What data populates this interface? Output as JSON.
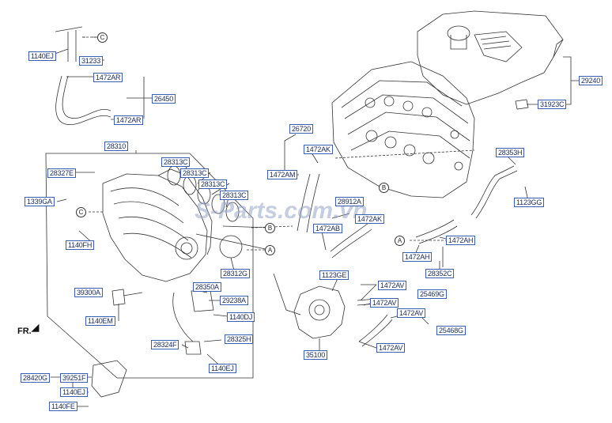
{
  "watermark": "S-Parts.com.vn",
  "direction_label": "FR.",
  "refs": {
    "a": "A",
    "b": "B",
    "c": "C"
  },
  "colors": {
    "label_border": "#3a5fb0",
    "label_text": "#1a2a5a",
    "line": "#333333",
    "watermark": "#96a5c8"
  },
  "labels": {
    "l1140EJ_top": "1140EJ",
    "l31233": "31233",
    "l1472AR_1": "1472AR",
    "l26450": "26450",
    "l1472AR_2": "1472AR",
    "l28310": "28310",
    "l28327E": "28327E",
    "l28313C_1": "28313C",
    "l28313C_2": "28313C",
    "l28313C_3": "28313C",
    "l28313C_4": "28313C",
    "l1339GA": "1339GA",
    "l1140FH": "1140FH",
    "l28312G": "28312G",
    "l28350A": "28350A",
    "l29238A": "29238A",
    "l1140DJ": "1140DJ",
    "l39300A": "39300A",
    "l1140EM": "1140EM",
    "l28324F": "28324F",
    "l28325H": "28325H",
    "l1140EJ_mid": "1140EJ",
    "l28420G": "28420G",
    "l39251F": "39251F",
    "l1140EJ_bot": "1140EJ",
    "l1140FE": "1140FE",
    "l26720": "26720",
    "l1472AK_1": "1472AK",
    "l1472AM": "1472AM",
    "l1472AK_2": "1472AK",
    "l28912A": "28912A",
    "l1472AB": "1472AB",
    "l1123GE": "1123GE",
    "l1472AV_1": "1472AV",
    "l25469G": "25469G",
    "l1472AV_2": "1472AV",
    "l1472AV_3": "1472AV",
    "l25468G": "25468G",
    "l1472AV_4": "1472AV",
    "l35100": "35100",
    "l28353H": "28353H",
    "l1123GG": "1123GG",
    "l1472AH_1": "1472AH",
    "l1472AH_2": "1472AH",
    "l28352C": "28352C",
    "l29240": "29240",
    "l31923C": "31923C"
  }
}
